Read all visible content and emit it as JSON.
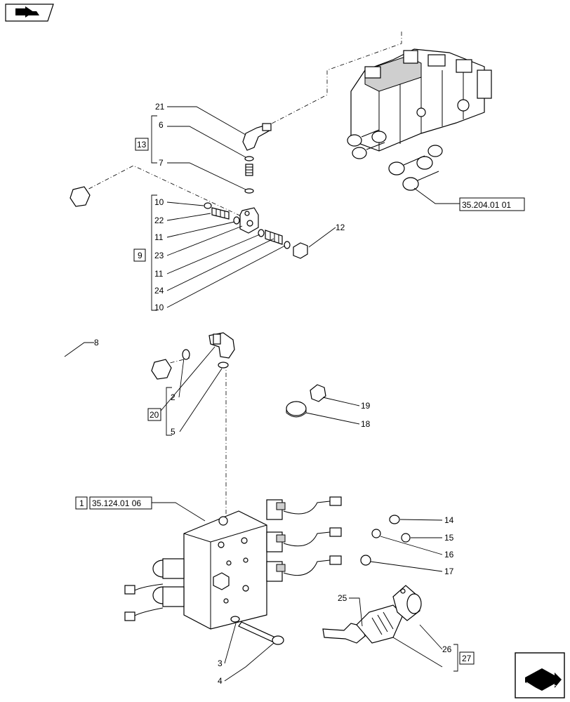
{
  "callouts": [
    {
      "id": "c21",
      "text": "21"
    },
    {
      "id": "c6",
      "text": "6"
    },
    {
      "id": "c7",
      "text": "7"
    },
    {
      "id": "c10a",
      "text": "10"
    },
    {
      "id": "c22",
      "text": "22"
    },
    {
      "id": "c11a",
      "text": "11"
    },
    {
      "id": "c23",
      "text": "23"
    },
    {
      "id": "c11b",
      "text": "11"
    },
    {
      "id": "c24",
      "text": "24"
    },
    {
      "id": "c10b",
      "text": "10"
    },
    {
      "id": "c12",
      "text": "12"
    },
    {
      "id": "c8",
      "text": "8"
    },
    {
      "id": "c2",
      "text": "2"
    },
    {
      "id": "c5",
      "text": "5"
    },
    {
      "id": "c19",
      "text": "19"
    },
    {
      "id": "c18",
      "text": "18"
    },
    {
      "id": "c14",
      "text": "14"
    },
    {
      "id": "c15",
      "text": "15"
    },
    {
      "id": "c16",
      "text": "16"
    },
    {
      "id": "c17",
      "text": "17"
    },
    {
      "id": "c25",
      "text": "25"
    },
    {
      "id": "c26",
      "text": "26"
    },
    {
      "id": "c3",
      "text": "3"
    },
    {
      "id": "c4",
      "text": "4"
    }
  ],
  "group_boxes": {
    "g13": "13",
    "g9": "9",
    "g20": "20",
    "g1": "1",
    "g27": "27"
  },
  "references": {
    "ref_valve": "35.204.01 01",
    "ref_block": "35.124.01 06"
  },
  "icons": {
    "top_left": "book-arrow-icon",
    "bottom_right": "next-page-arrow-icon"
  }
}
